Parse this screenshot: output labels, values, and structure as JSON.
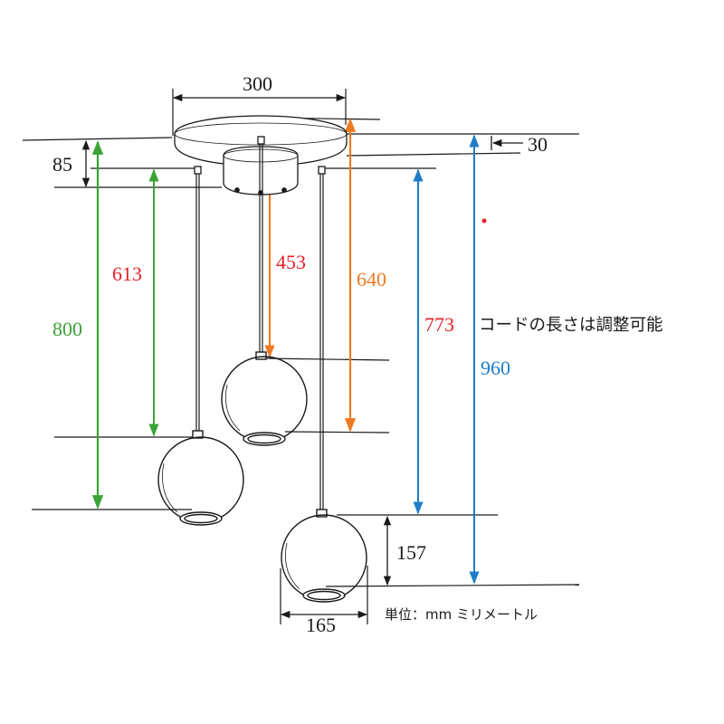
{
  "dimensions": {
    "canopy_width": "300",
    "canopy_height": "85",
    "ceiling_offset": "30",
    "left_drop": "613",
    "center_drop": "453",
    "center_total": "640",
    "left_total": "800",
    "right_drop": "773",
    "right_total": "960",
    "globe_height": "157",
    "globe_width": "165"
  },
  "notes": {
    "cord_adjustable": "コードの長さは調整可能",
    "unit": "単位：mm ミリメートル"
  },
  "colors": {
    "line": "#1a1a1a",
    "green": "#3aa335",
    "red": "#e8202a",
    "orange": "#ee7a22",
    "blue": "#1f7dc8"
  }
}
